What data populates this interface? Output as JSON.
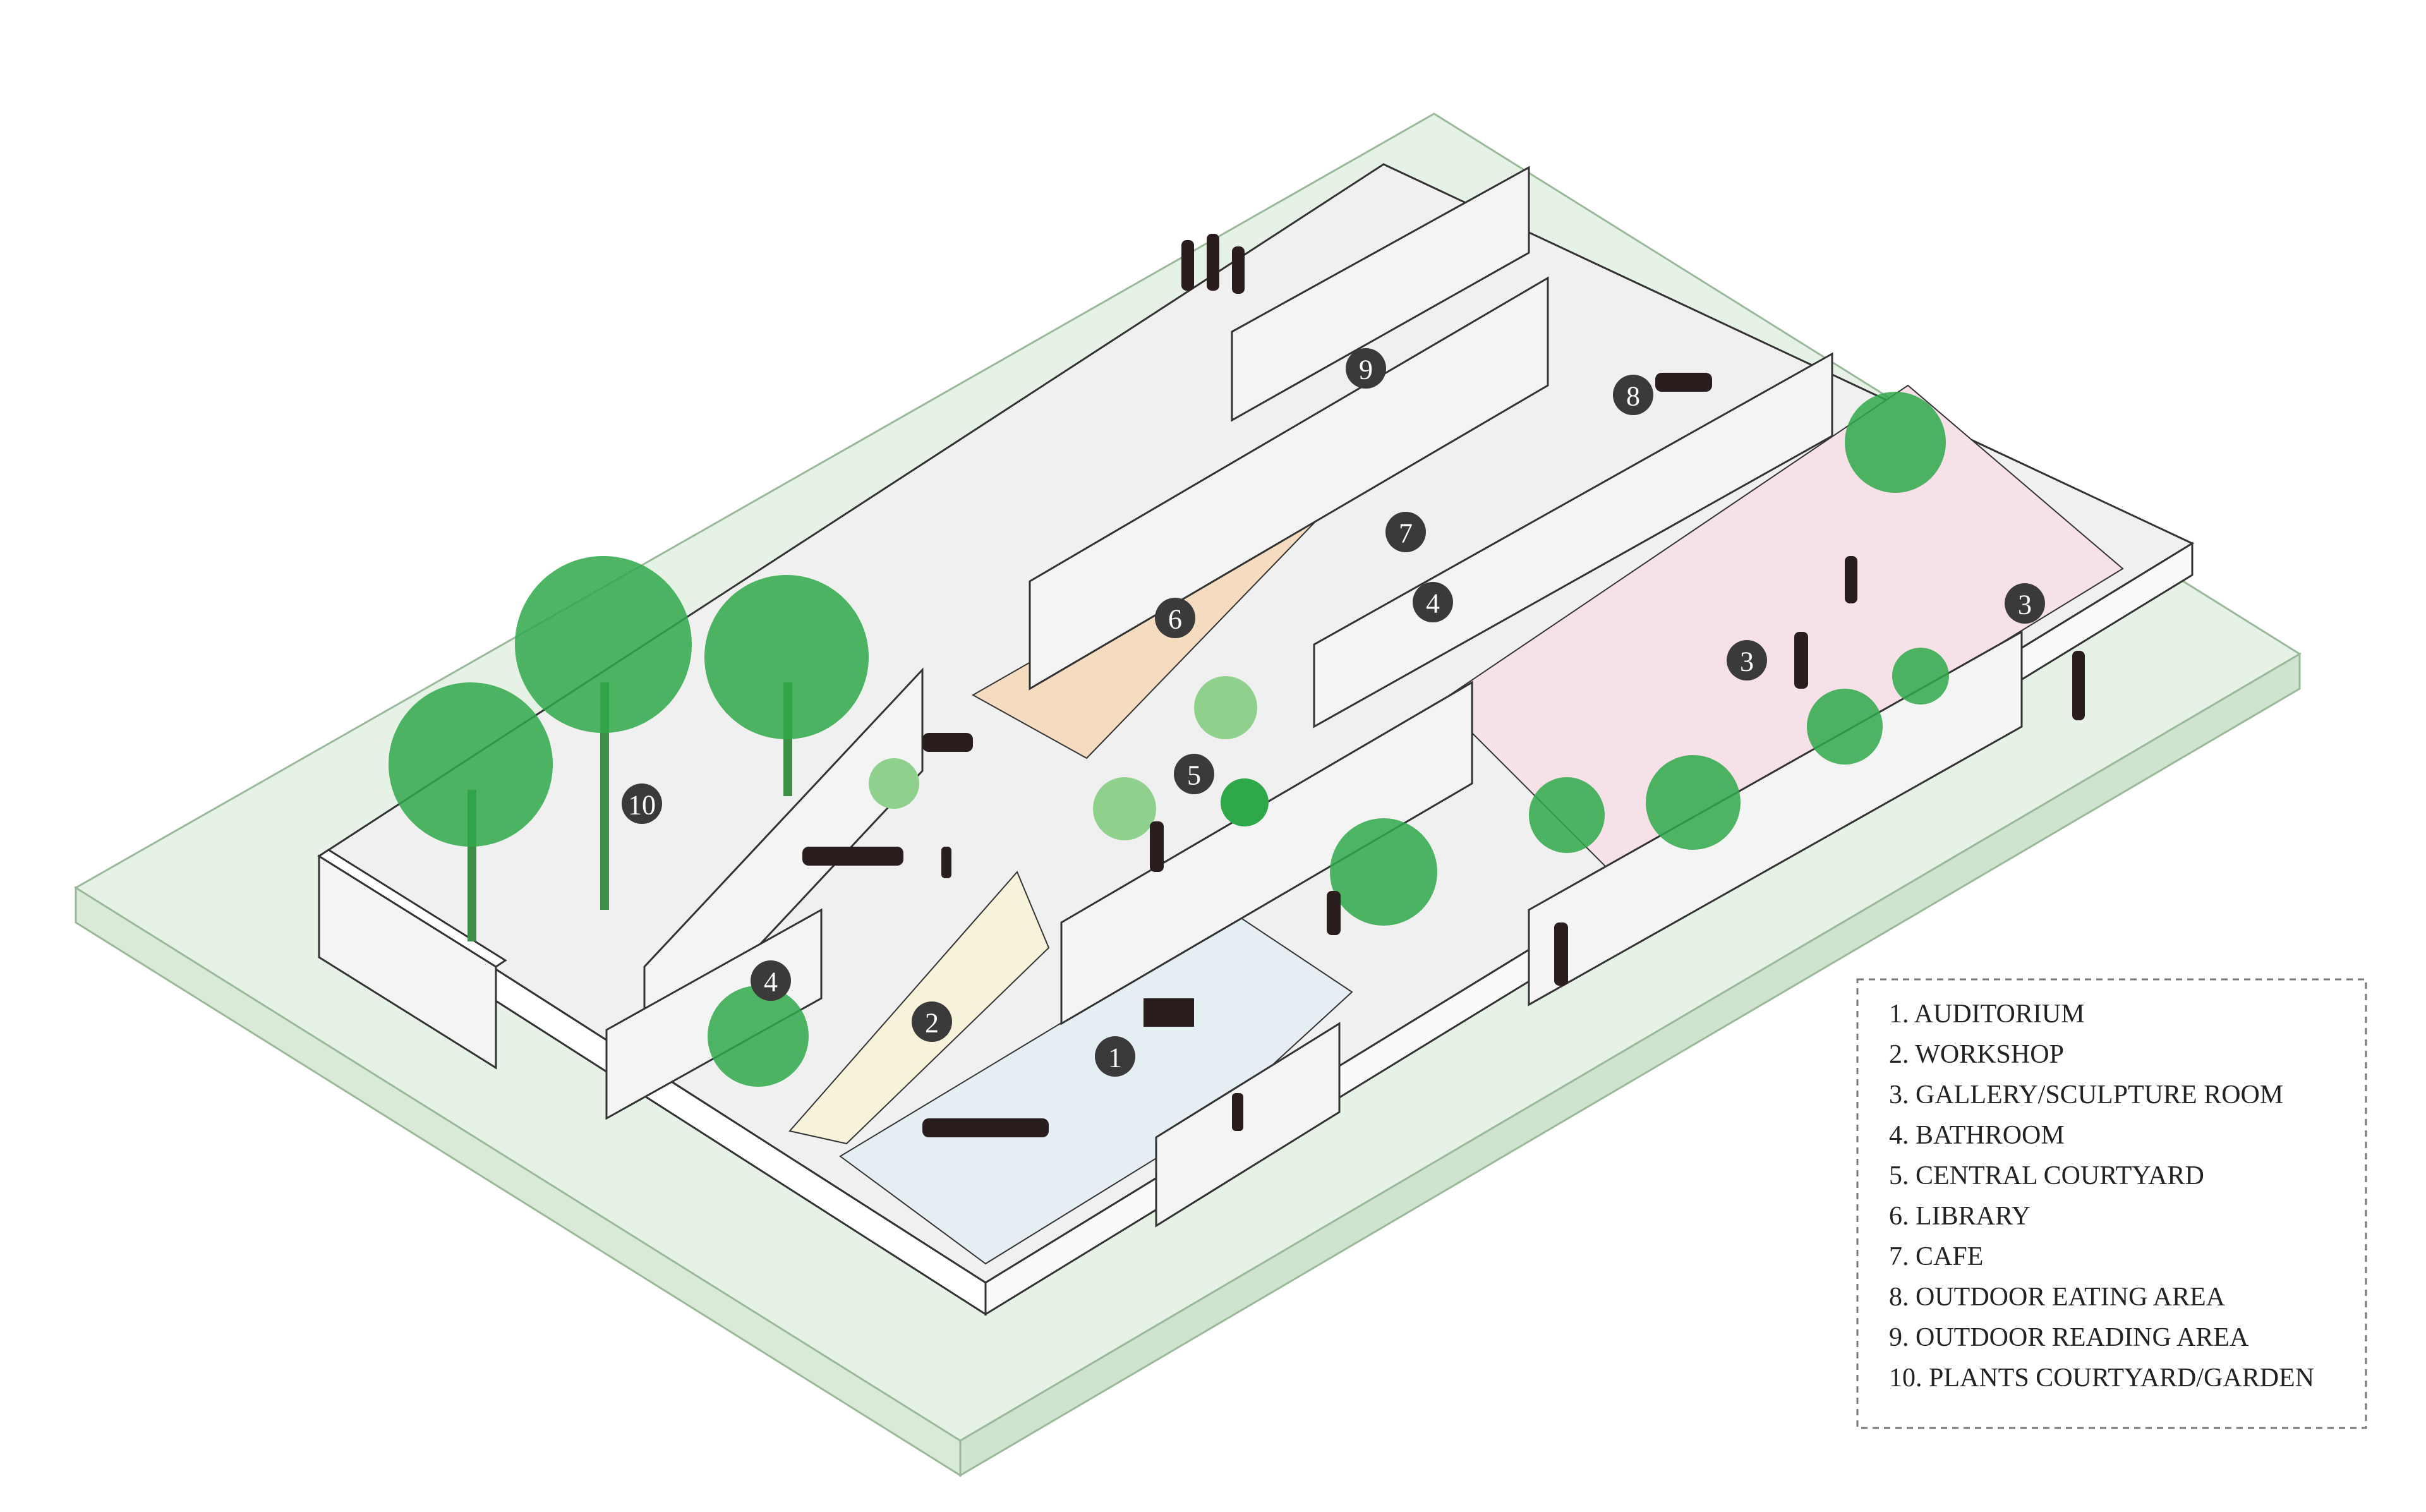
{
  "colors": {
    "site": "#e6f2e6",
    "slab_side": "#d9ead9",
    "floor": "#f0f0f0",
    "wall_top": "#ffffff",
    "wall_face": "#f4f4f4",
    "stroke": "#333333",
    "auditorium": "#e4eef3",
    "workshop": "#f7f3da",
    "library": "#f5dcc0",
    "gallery": "#f7e1e8",
    "tree": "#2fa84a",
    "tree_light": "#8fd18c",
    "figure": "#2a1d1d",
    "marker": "#3a3a3a"
  },
  "legend": {
    "items": [
      "1. AUDITORIUM",
      "2. WORKSHOP",
      "3. GALLERY/SCULPTURE ROOM",
      "4. BATHROOM",
      "5. CENTRAL COURTYARD",
      "6. LIBRARY",
      "7. CAFE",
      "8. OUTDOOR EATING AREA",
      "9. OUTDOOR READING AREA",
      "10. PLANTS COURTYARD/GARDEN"
    ]
  },
  "markers": [
    {
      "id": "auditorium",
      "label": "1"
    },
    {
      "id": "workshop",
      "label": "2"
    },
    {
      "id": "gallery-a",
      "label": "3"
    },
    {
      "id": "gallery-b",
      "label": "3"
    },
    {
      "id": "bathroom-a",
      "label": "4"
    },
    {
      "id": "bathroom-b",
      "label": "4"
    },
    {
      "id": "central-courtyard",
      "label": "5"
    },
    {
      "id": "library",
      "label": "6"
    },
    {
      "id": "cafe",
      "label": "7"
    },
    {
      "id": "outdoor-eating",
      "label": "8"
    },
    {
      "id": "outdoor-reading",
      "label": "9"
    },
    {
      "id": "plants-garden",
      "label": "10"
    }
  ]
}
